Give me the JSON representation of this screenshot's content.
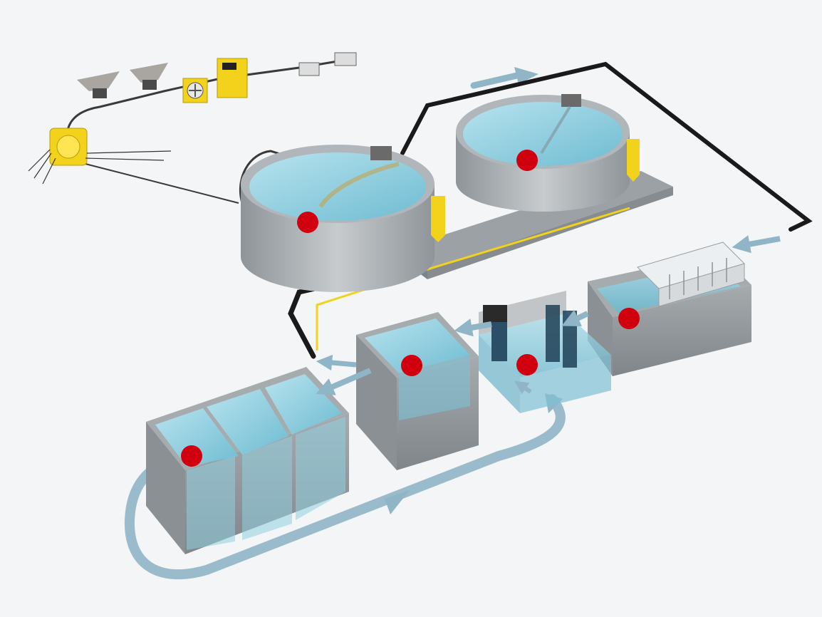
{
  "colors": {
    "background": "#f3f5f7",
    "water": "#8fd0e0",
    "water_dark": "#5fb6cc",
    "concrete": "#9aa0a4",
    "concrete_light": "#c3c8cb",
    "flow_arrow": "#8fb5c6",
    "pipe_black": "#1a1a1a",
    "pipe_yellow": "#f2d21b",
    "equipment_yellow": "#f2d21b",
    "marker_red": "#d0000f"
  },
  "markers": [
    {
      "id": "tank-1",
      "icon": "red-dot"
    },
    {
      "id": "tank-2",
      "icon": "red-dot"
    },
    {
      "id": "drum-filter",
      "icon": "red-dot"
    },
    {
      "id": "pump-sump",
      "icon": "red-dot"
    },
    {
      "id": "sump",
      "icon": "red-dot"
    },
    {
      "id": "biofilter",
      "icon": "red-dot"
    }
  ],
  "equipment": [
    {
      "id": "feeders",
      "icon": "feeder-hopper"
    },
    {
      "id": "oxygen-unit",
      "icon": "fan-box"
    },
    {
      "id": "control-cabinet",
      "icon": "control-panel"
    },
    {
      "id": "computers",
      "icon": "laptop"
    },
    {
      "id": "light-unit",
      "icon": "yellow-lamp"
    },
    {
      "id": "drum-filter",
      "icon": "rotary-drum-filter"
    },
    {
      "id": "pump",
      "icon": "pump"
    },
    {
      "id": "uv-unit",
      "icon": "uv-lamp"
    }
  ]
}
